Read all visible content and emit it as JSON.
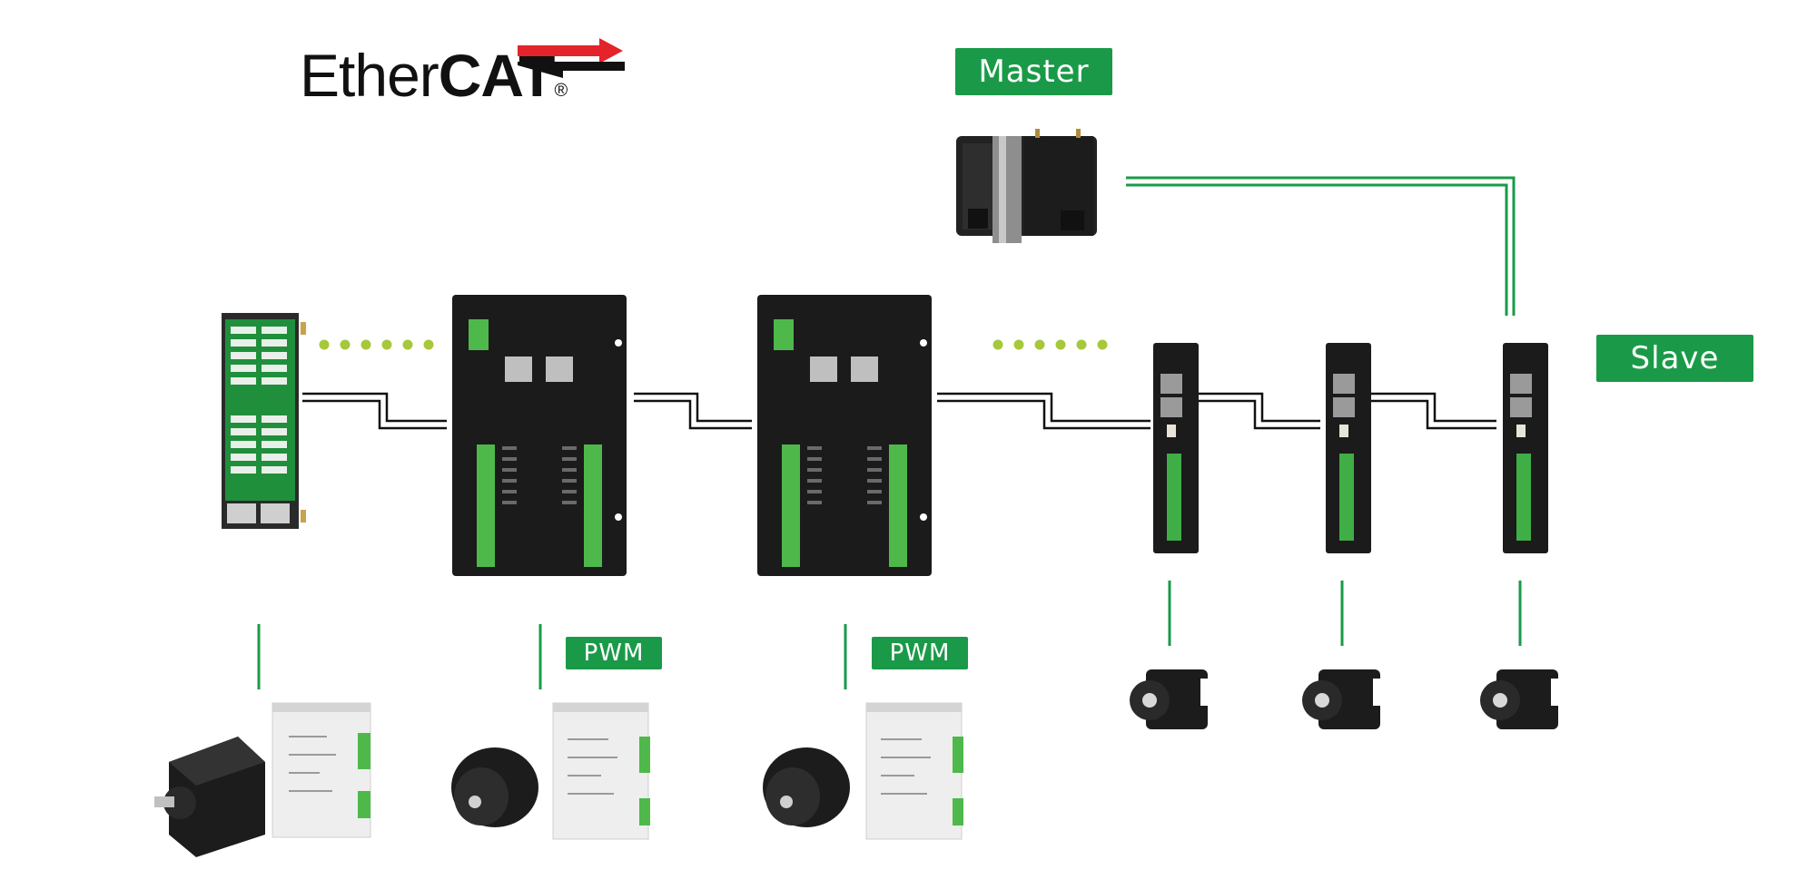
{
  "logo": {
    "light": "Ether",
    "bold": "CAT",
    "reg": "®"
  },
  "labels": {
    "master": "Master",
    "slave": "Slave",
    "pwm_1": "PWM",
    "pwm_2": "PWM"
  },
  "colors": {
    "badge": "#1a9a48",
    "link_green": "#1a9a48",
    "dots": "#a6c83a",
    "device_black": "#1b1b1b",
    "logo_red": "#e3242b"
  }
}
